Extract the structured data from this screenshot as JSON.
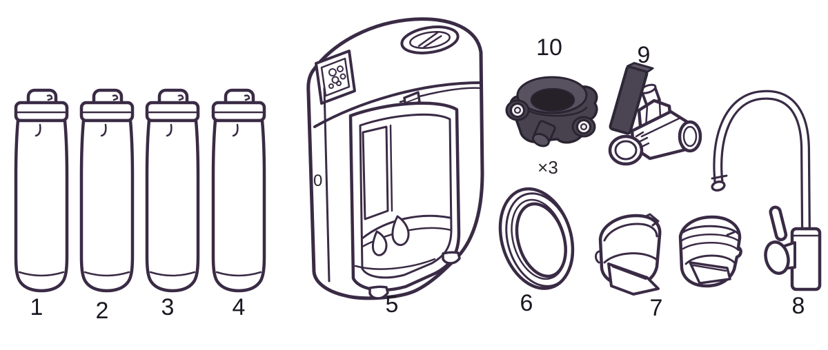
{
  "figure": {
    "type": "parts-diagram",
    "description": "exploded parts overview of an under-sink water filtration system",
    "background": "#ffffff",
    "outline_color": "#3a2b45",
    "label_color": "#1c1722",
    "clamp_fill": "#48424e",
    "clamp_band_fill": "#575160",
    "clamp_hole_fill": "#262028",
    "handle_fill": "#4b4452"
  },
  "parts": [
    {
      "number": "1",
      "name": "filter-cartridge-1"
    },
    {
      "number": "2",
      "name": "filter-cartridge-2"
    },
    {
      "number": "3",
      "name": "filter-cartridge-3"
    },
    {
      "number": "4",
      "name": "filter-cartridge-4"
    },
    {
      "number": "5",
      "name": "main-unit"
    },
    {
      "number": "6",
      "name": "o-ring-gasket"
    },
    {
      "number": "7",
      "name": "cap-fittings-pair"
    },
    {
      "number": "8",
      "name": "gooseneck-faucet"
    },
    {
      "number": "9",
      "name": "feed-water-valve"
    },
    {
      "number": "10",
      "name": "pipe-clamp"
    }
  ],
  "clamp_quantity": "×3",
  "main_unit": {
    "mark": "0"
  }
}
